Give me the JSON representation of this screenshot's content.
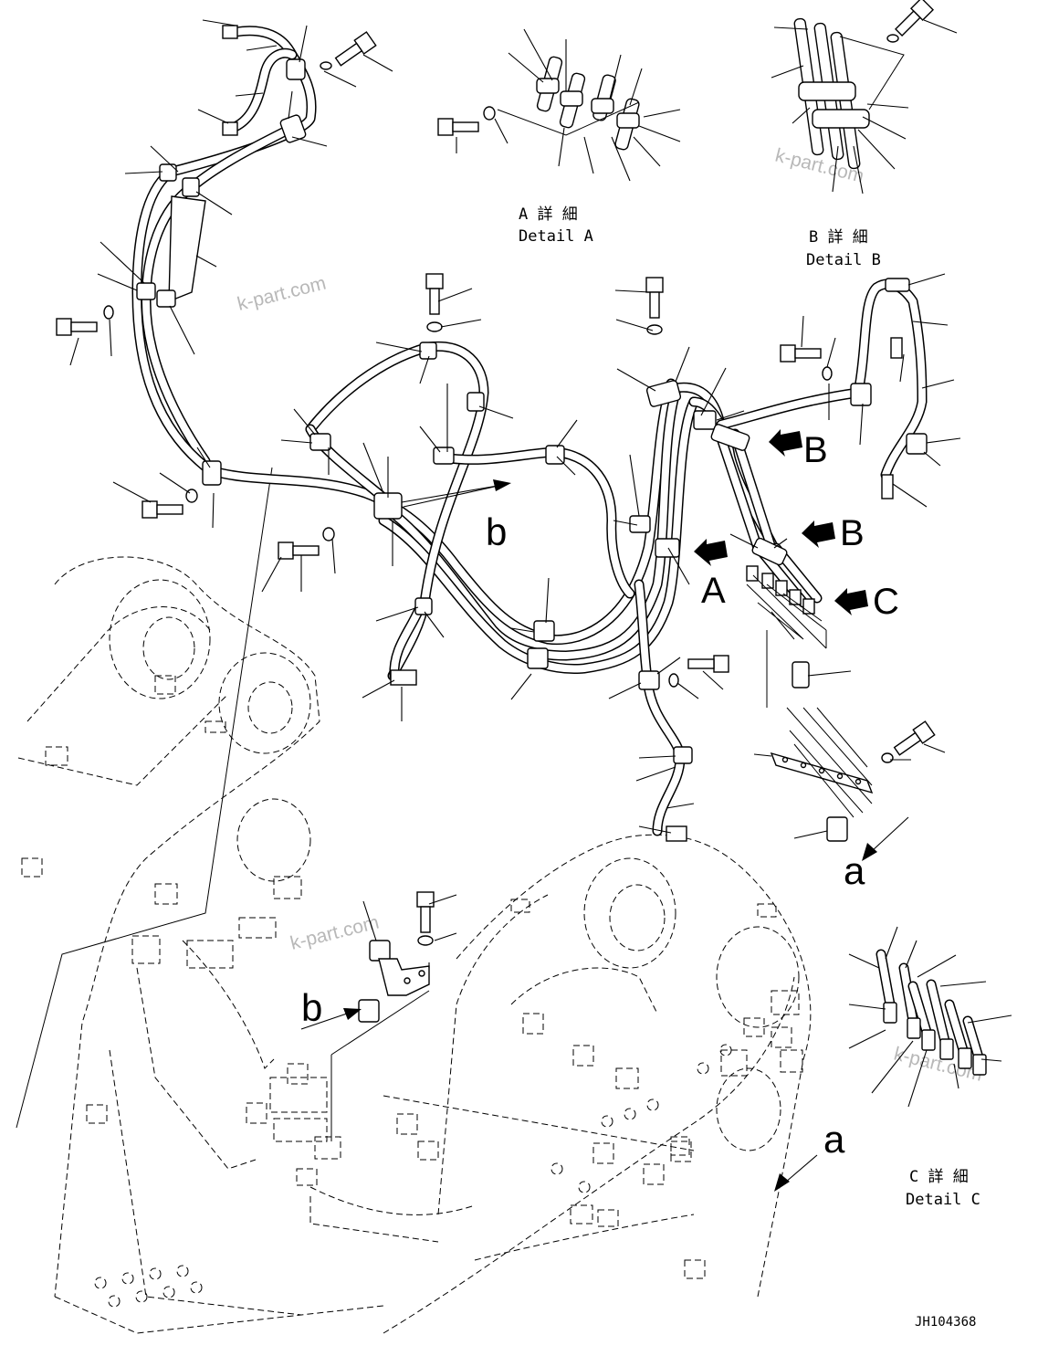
{
  "details": {
    "a": {
      "jp": "A 詳 細",
      "en": "Detail A"
    },
    "b": {
      "jp": "B 詳 細",
      "en": "Detail B"
    },
    "c": {
      "jp": "C 詳 細",
      "en": "Detail C"
    }
  },
  "markers": {
    "A": "A",
    "B": "B",
    "C": "C",
    "a": "a",
    "b": "b"
  },
  "watermark": "k-part.com",
  "drawing_code": "JH104368"
}
